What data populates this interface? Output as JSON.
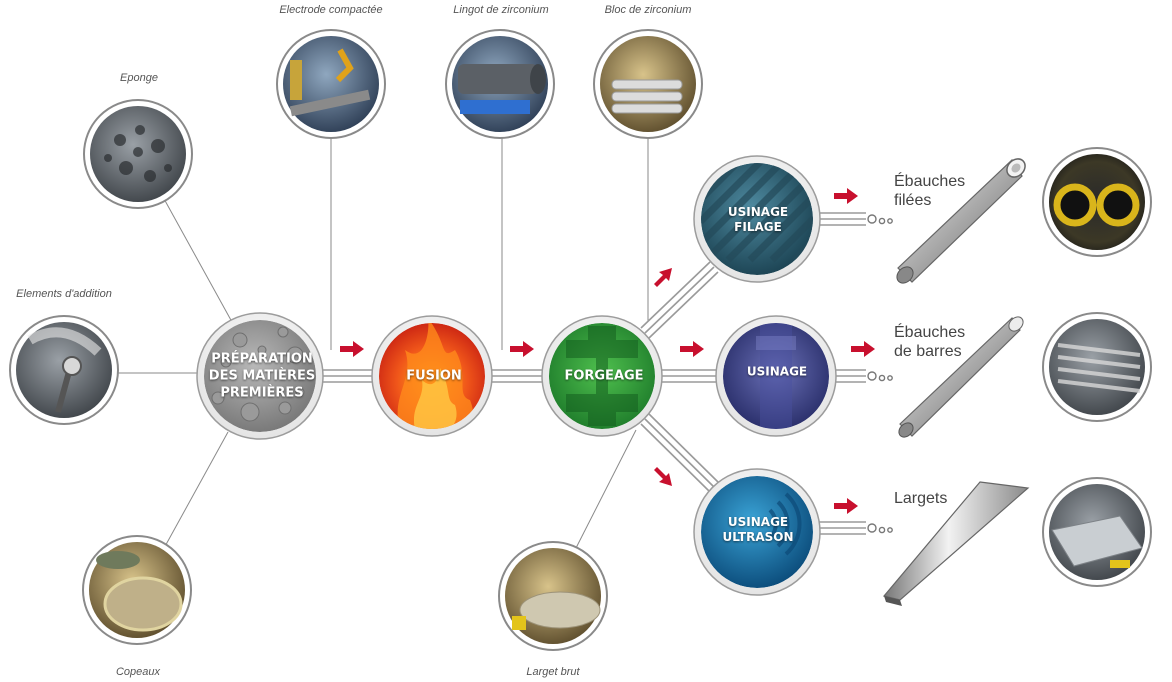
{
  "captions": {
    "eponge": "Eponge",
    "elements": "Elements d'addition",
    "copeaux": "Copeaux",
    "electrode": "Electrode compactée",
    "lingot": "Lingot de zirconium",
    "bloc": "Bloc de zirconium",
    "larget_brut": "Larget brut"
  },
  "processes": {
    "preparation": [
      "PRÉPARATION",
      "DES MATIÈRES",
      "PREMIÈRES"
    ],
    "fusion": "FUSION",
    "forgeage": "FORGEAGE",
    "usinage_filage": [
      "USINAGE",
      "FILAGE"
    ],
    "usinage": "USINAGE",
    "usinage_ultrason": [
      "USINAGE",
      "ULTRASON"
    ]
  },
  "outputs": {
    "ebauches_filees": [
      "Ébauches",
      "filées"
    ],
    "ebauches_barres": [
      "Ébauches",
      "de barres"
    ],
    "largets": "Largets"
  },
  "colors": {
    "arrow": "#c8102e",
    "ring": "#bdbdbd",
    "fusion": "#e8401c",
    "forgeage": "#2e9a3a",
    "filage": "#2f5f72",
    "usinage": "#3b4287",
    "ultrason": "#1572a8"
  }
}
